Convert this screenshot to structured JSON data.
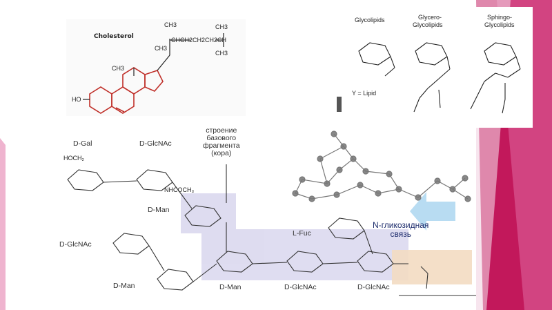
{
  "cholesterol": {
    "title": "Cholesterol",
    "labels": {
      "ch3_top": "CH3",
      "chain": "CHCH2CH2CH2CH",
      "ch3_right_top": "CH3",
      "ch3_right_bottom": "CH3",
      "ch3_ring": "CH3",
      "ch3_ring2": "CH3",
      "ho": "HO"
    }
  },
  "glycolipids": {
    "headers": [
      "Glycolipids",
      "Glycero-\nGlycolipids",
      "Sphingo-\nGlycolipids"
    ],
    "header1": "Glycolipids",
    "header2a": "Glycero-",
    "header2b": "Glycolipids",
    "header3a": "Sphingo-",
    "header3b": "Glycolipids",
    "y_lipid": "Y = Lipid"
  },
  "glycan": {
    "d_gal": "D-Gal",
    "d_glcnac_top": "D-GlcNAc",
    "core_label": [
      "строение",
      "базового",
      "фрагмента",
      "(кора)"
    ],
    "d_man_upper": "D-Man",
    "l_fuc": "L-Fuc",
    "n_link": [
      "N-гликозидная",
      "связь"
    ],
    "d_glcnac_left": "D-GlcNAc",
    "d_man_lower_left": "D-Man",
    "d_man_bottom": "D-Man",
    "d_glcnac_bottom1": "D-GlcNAc",
    "d_glcnac_bottom2": "D-GlcNAc",
    "hoch2": "HOCH₂",
    "nhcoch3": "NHCOCH₃"
  },
  "colors": {
    "magenta": "#c2185b",
    "pink": "#e06aa0",
    "core_highlight": "#d9d7ee",
    "arrow": "#b8dcf2",
    "ring_red": "#c0302a",
    "peach": "#f3dcc2"
  }
}
